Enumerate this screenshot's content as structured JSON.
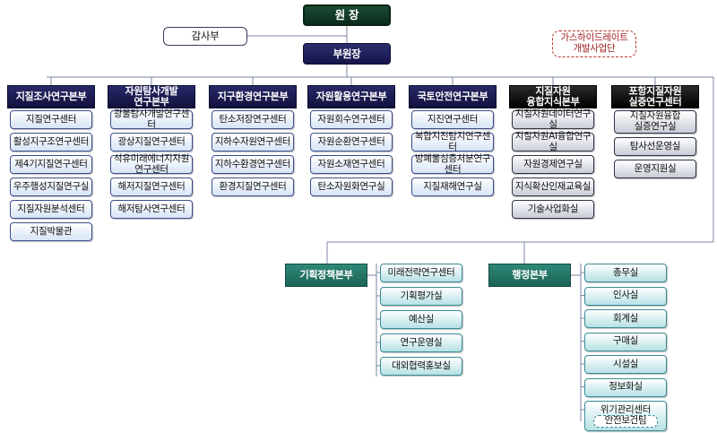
{
  "president": "원  장",
  "audit": "감사부",
  "vice_president": "부원장",
  "project_group": "가스하이드레이트\n개발사업단",
  "headquarters": [
    {
      "name": "지질조사연구본부",
      "style": "navy",
      "units": [
        "지질연구센터",
        "활성지구조연구센터",
        "제4기지질연구센터",
        "우주행성지질연구실",
        "지질자원분석센터",
        "지질박물관"
      ]
    },
    {
      "name": "자원탐사개발\n연구본부",
      "style": "navy",
      "units": [
        "광물탐사개발연구센터",
        "광상지질연구센터",
        "석유미래에너지자원연구센터",
        "해저지질연구센터",
        "해저탐사연구센터"
      ]
    },
    {
      "name": "지구환경연구본부",
      "style": "navy",
      "units": [
        "탄소저장연구센터",
        "지하수자원연구센터",
        "지하수환경연구센터",
        "환경지질연구센터"
      ]
    },
    {
      "name": "자원활용연구본부",
      "style": "navy",
      "units": [
        "자원회수연구센터",
        "자원순환연구센터",
        "자원소재연구센터",
        "탄소자원화연구실"
      ]
    },
    {
      "name": "국토안전연구본부",
      "style": "navy",
      "units": [
        "지진연구센터",
        "복합지진탐지연구센터",
        "방폐물심층처분연구센터",
        "지질재해연구실"
      ]
    },
    {
      "name": "지질자원\n융합지식본부",
      "style": "black",
      "units": [
        "지질자원데이터연구실",
        "지질자원AI융합연구실",
        "자원경제연구실",
        "지식확산인재교육실",
        "기술사업화실"
      ]
    },
    {
      "name": "포항지질자원\n실증연구센터",
      "style": "black",
      "units": [
        "지질자원융합\n실증연구실",
        "탐사선운영실",
        "운영지원실"
      ]
    }
  ],
  "planning": {
    "name": "기획정책본부",
    "units": [
      "미래전략연구센터",
      "기획평가실",
      "예산실",
      "연구운영실",
      "대외협력홍보실"
    ]
  },
  "admin": {
    "name": "행정본부",
    "units": [
      "총무실",
      "인사실",
      "회계실",
      "구매실",
      "시설실",
      "정보화실",
      "위기관리센터"
    ],
    "crisis_sub": "안전보건팀"
  }
}
